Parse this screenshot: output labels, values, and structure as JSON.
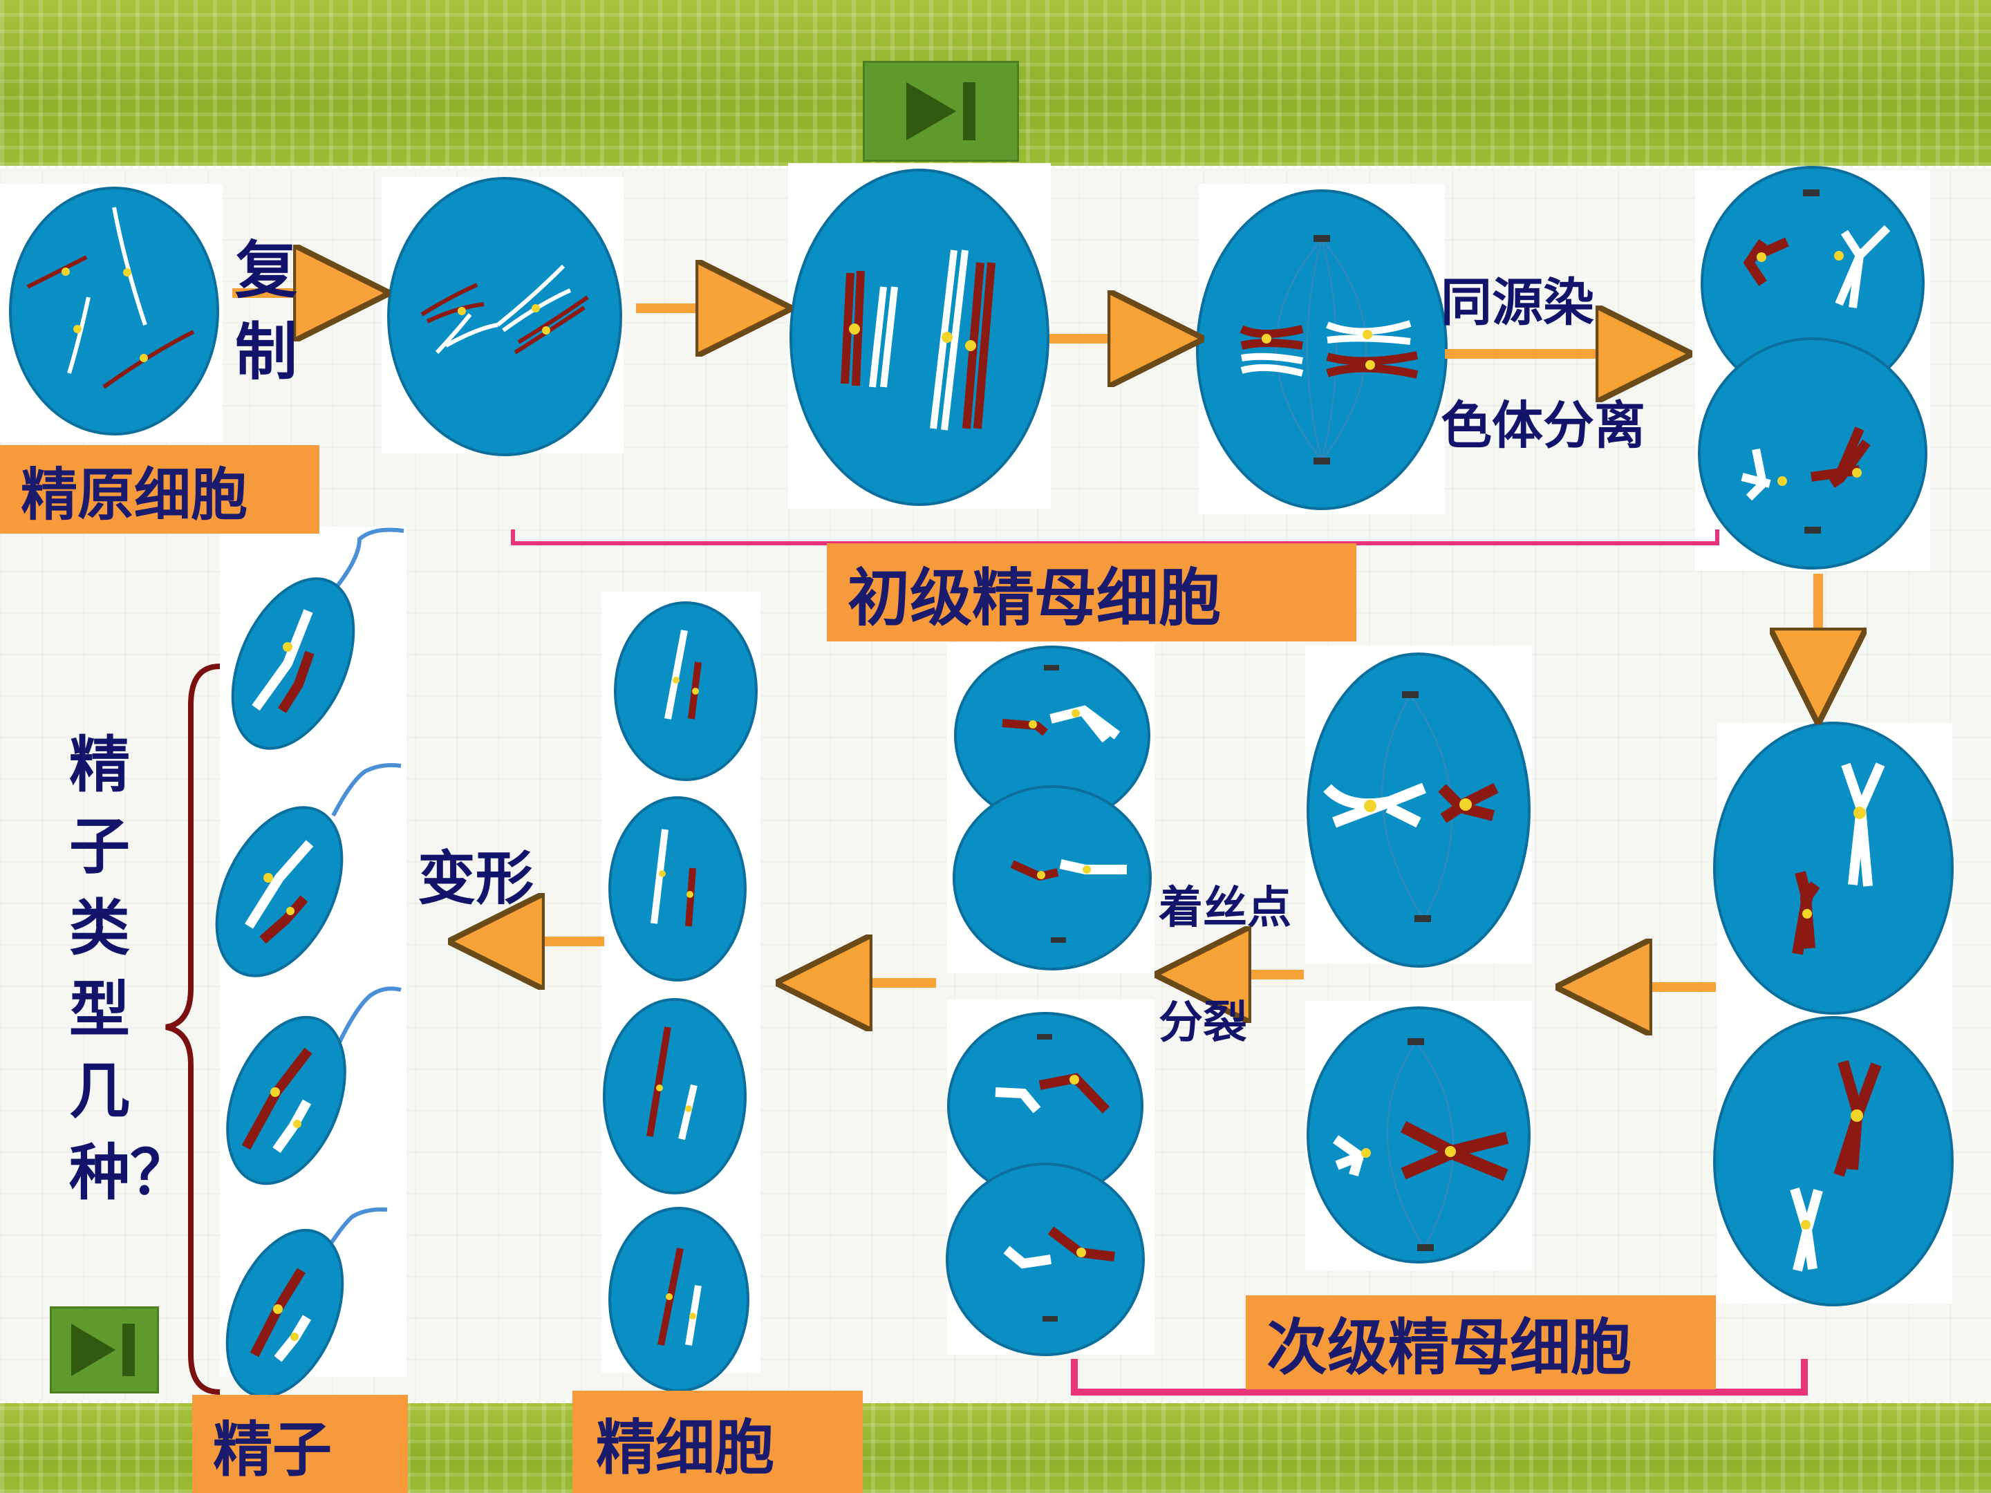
{
  "stage_labels": {
    "spermatogonium": "精原细胞",
    "primary": "初级精母细胞",
    "secondary": "次级精母细胞",
    "spermatid": "精细胞",
    "sperm": "精子"
  },
  "process_labels": {
    "replication": [
      "复",
      "制"
    ],
    "homolog_separation": [
      "同源染",
      "色体分离"
    ],
    "centromere_split": [
      "着丝点",
      "分裂"
    ],
    "transform": "变形"
  },
  "question": [
    "精",
    "子",
    "类",
    "型",
    "几",
    "种？"
  ],
  "colors": {
    "cell": "#0a8fc4",
    "cell_edge": "#0b6f9e",
    "chrom_dark": "#8c1a12",
    "chrom_light": "#ffffff",
    "centromere": "#f1d52a",
    "arrow": "#f7a237",
    "bracket": "#e8327a",
    "brace": "#7a1010",
    "label_bg": "#f79a3b",
    "label_text": "#1b1b6e"
  },
  "nav_buttons": [
    "play-next-icon",
    "play-next-icon"
  ]
}
